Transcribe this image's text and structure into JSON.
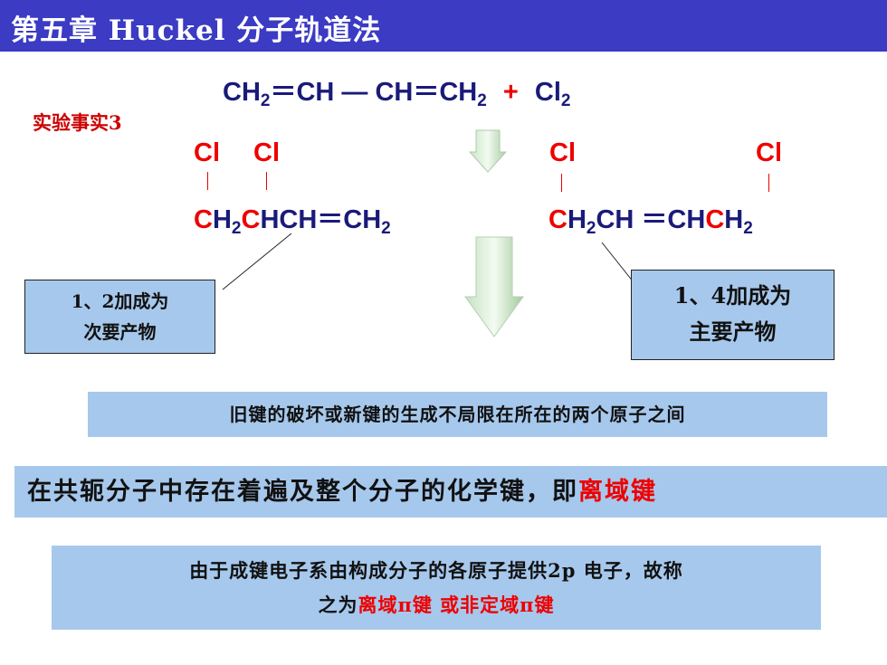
{
  "title": "第五章  Huckel 分子轨道法",
  "reaction": {
    "p1": "CH",
    "s1": "2",
    "d1": "＝CH — CH＝CH",
    "s2": "2",
    "plus": "+",
    "cl": "Cl",
    "s3": "2"
  },
  "fact_label": "实验事实3",
  "product12": {
    "cl_a": "Cl",
    "cl_b": "Cl",
    "c1": "C",
    "h1": "H",
    "s1": "2",
    "c2": "C",
    "rest": "HCH＝CH",
    "s2": "2"
  },
  "product14": {
    "cl_a": "Cl",
    "cl_b": "Cl",
    "c1": "C",
    "mid": "H",
    "s1": "2",
    "mid2": "CH ＝CH",
    "c2": "C",
    "h2": "H",
    "s2": "2"
  },
  "box12": {
    "line1": "1、2加成为",
    "line2": "次要产物"
  },
  "box14": {
    "line1": "1、4加成为",
    "line2": "主要产物"
  },
  "statement1": "旧键的破坏或新键的生成不局限在所在的两个原子之间",
  "statement2": {
    "text": "在共轭分子中存在着遍及整个分子的化学键，即",
    "highlight": "离域键"
  },
  "statement3": {
    "line1": "由于成键电子系由构成分子的各原子提供2p 电子，故称",
    "line2_pre": "之为",
    "hl1": "离域π键",
    "mid": " 或",
    "hl2": "非定域π键"
  },
  "colors": {
    "titlebar": "#3b3bc4",
    "box": "#a6c8ec",
    "accent_red": "#ee0000",
    "formula": "#1a1a7a"
  },
  "icons": [
    "arrow-down-icon-small",
    "arrow-down-icon-large"
  ]
}
